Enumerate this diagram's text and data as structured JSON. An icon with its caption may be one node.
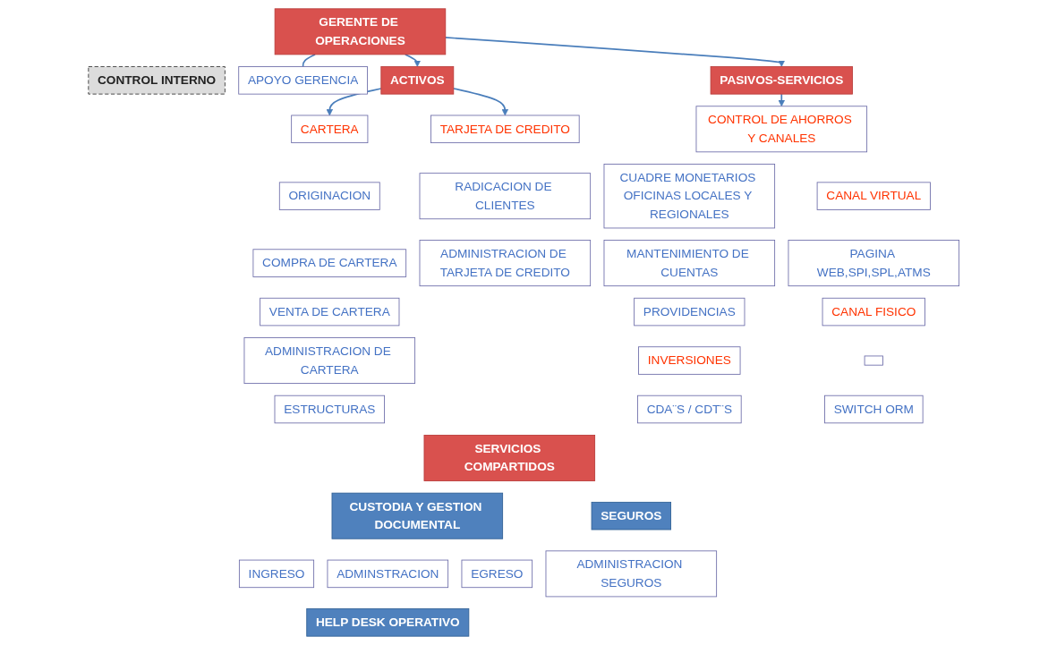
{
  "diagram": {
    "nodes": [
      {
        "text": [
          "GERENTE DE OPERACIONES"
        ]
      },
      {
        "text": [
          "CONTROL INTERNO"
        ]
      },
      {
        "text": [
          "APOYO GERENCIA"
        ]
      },
      {
        "text": [
          "ACTIVOS"
        ]
      },
      {
        "text": [
          "PASIVOS-SERVICIOS"
        ]
      },
      {
        "text": [
          "CARTERA"
        ]
      },
      {
        "text": [
          "ORIGINACION"
        ]
      },
      {
        "text": [
          "COMPRA DE CARTERA"
        ]
      },
      {
        "text": [
          "VENTA DE CARTERA"
        ]
      },
      {
        "text": [
          "ADMINISTRACION DE CARTERA"
        ]
      },
      {
        "text": [
          "ESTRUCTURAS"
        ]
      },
      {
        "text": [
          "TARJETA DE CREDITO"
        ]
      },
      {
        "text": [
          "RADICACION DE CLIENTES"
        ]
      },
      {
        "text": [
          "ADMINISTRACION DE TARJETA DE CREDITO"
        ]
      },
      {
        "text": [
          "CONTROL DE AHORROS Y CANALES"
        ]
      },
      {
        "text": [
          "CUADRE MONETARIOS OFICINAS LOCALES Y REGIONALES"
        ]
      },
      {
        "text": [
          "MANTENIMIENTO DE CUENTAS"
        ]
      },
      {
        "text": [
          "PROVIDENCIAS"
        ]
      },
      {
        "text": [
          "INVERSIONES"
        ]
      },
      {
        "text": [
          "CDA¨S / CDT¨S"
        ]
      },
      {
        "text": [
          "CANAL VIRTUAL"
        ]
      },
      {
        "text": [
          "PAGINA WEB,SPI,SPL,ATMS"
        ]
      },
      {
        "text": [
          "CANAL FISICO"
        ]
      },
      {
        "text": [],
        "shape": "box"
      },
      {
        "text": [
          "SWITCH ORM"
        ]
      },
      {
        "text": [
          "SERVICIOS COMPARTIDOS"
        ]
      },
      {
        "text": [
          "CUSTODIA Y GESTION DOCUMENTAL"
        ]
      },
      {
        "text": [
          "SEGUROS"
        ]
      },
      {
        "text": [
          "INGRESO"
        ]
      },
      {
        "text": [
          "ADMINSTRACION"
        ]
      },
      {
        "text": [
          "EGRESO"
        ]
      },
      {
        "text": [
          "ADMINISTRACION SEGUROS"
        ]
      },
      {
        "text": [
          "HELP DESK OPERATIVO"
        ]
      }
    ],
    "edges": [
      {
        "from": 0,
        "to": 2,
        "arrow": "none"
      },
      {
        "from": 0,
        "to": 3,
        "arrow": "to"
      },
      {
        "from": 0,
        "to": 4,
        "arrow": "to"
      },
      {
        "from": 3,
        "to": 5,
        "arrow": "to"
      },
      {
        "from": 3,
        "to": 11,
        "arrow": "to"
      },
      {
        "from": 4,
        "to": 14,
        "arrow": "to"
      }
    ]
  }
}
